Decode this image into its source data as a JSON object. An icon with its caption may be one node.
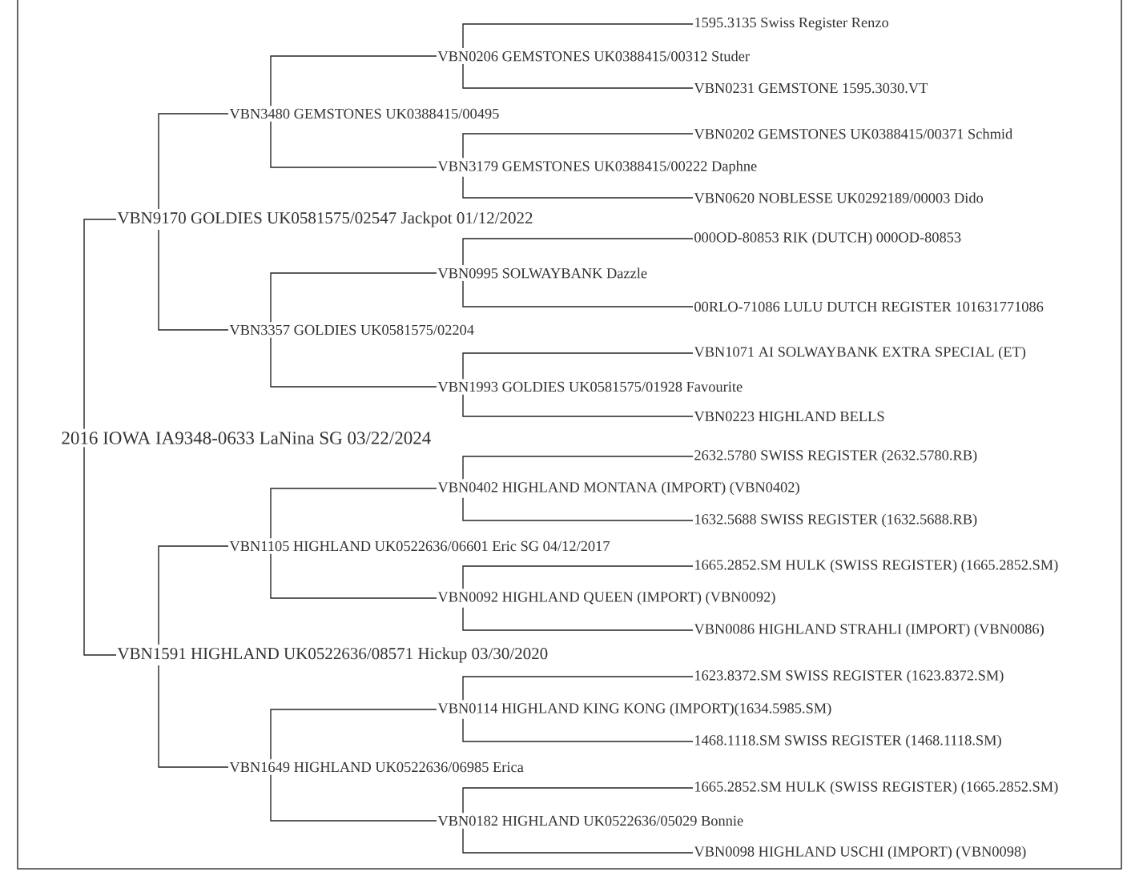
{
  "diagram": {
    "nodes": [
      {
        "text": [
          "2016 IOWA IA9348-0633 LaNina SG 03/22/2024"
        ]
      },
      {
        "text": [
          "VBN9170 GOLDIES UK0581575/02547 Jackpot 01/12/2022"
        ]
      },
      {
        "text": [
          "VBN3480 GEMSTONES UK0388415/00495"
        ]
      },
      {
        "text": [
          "VBN0206 GEMSTONES UK0388415/00312 Studer"
        ]
      },
      {
        "text": [
          "1595.3135 Swiss Register Renzo"
        ]
      },
      {
        "text": [
          "VBN0231 GEMSTONE 1595.3030.VT"
        ]
      },
      {
        "text": [
          "VBN3179 GEMSTONES UK0388415/00222 Daphne"
        ]
      },
      {
        "text": [
          "VBN0202 GEMSTONES UK0388415/00371 Schmid"
        ]
      },
      {
        "text": [
          "VBN0620 NOBLESSE UK0292189/00003 Dido"
        ]
      },
      {
        "text": [
          "VBN3357 GOLDIES UK0581575/02204"
        ]
      },
      {
        "text": [
          "VBN0995 SOLWAYBANK Dazzle"
        ]
      },
      {
        "text": [
          "000OD-80853 RIK (DUTCH) 000OD-80853"
        ]
      },
      {
        "text": [
          "00RLO-71086 LULU DUTCH REGISTER 101631771086"
        ]
      },
      {
        "text": [
          "VBN1993 GOLDIES UK0581575/01928 Favourite"
        ]
      },
      {
        "text": [
          "VBN1071 AI SOLWAYBANK EXTRA SPECIAL (ET)"
        ]
      },
      {
        "text": [
          "VBN0223 HIGHLAND BELLS"
        ]
      },
      {
        "text": [
          "VBN1591 HIGHLAND UK0522636/08571 Hickup 03/30/2020"
        ]
      },
      {
        "text": [
          "VBN1105 HIGHLAND UK0522636/06601 Eric SG 04/12/2017"
        ]
      },
      {
        "text": [
          "VBN0402 HIGHLAND MONTANA (IMPORT) (VBN0402)"
        ]
      },
      {
        "text": [
          "2632.5780 SWISS REGISTER (2632.5780.RB)"
        ]
      },
      {
        "text": [
          "1632.5688 SWISS REGISTER (1632.5688.RB)"
        ]
      },
      {
        "text": [
          "VBN0092 HIGHLAND QUEEN (IMPORT) (VBN0092)"
        ]
      },
      {
        "text": [
          "1665.2852.SM HULK (SWISS REGISTER) (1665.2852.SM)"
        ]
      },
      {
        "text": [
          "VBN0086 HIGHLAND STRAHLI (IMPORT) (VBN0086)"
        ]
      },
      {
        "text": [
          "VBN1649 HIGHLAND UK0522636/06985 Erica"
        ]
      },
      {
        "text": [
          "VBN0114 HIGHLAND KING KONG (IMPORT)(1634.5985.SM)"
        ]
      },
      {
        "text": [
          "1623.8372.SM SWISS REGISTER (1623.8372.SM)"
        ]
      },
      {
        "text": [
          "1468.1118.SM SWISS REGISTER (1468.1118.SM)"
        ]
      },
      {
        "text": [
          "1665.2852.SM HULK (SWISS REGISTER) (1665.2852.SM)"
        ]
      },
      {
        "text": [
          "VBN0182 HIGHLAND UK0522636/05029 Bonnie"
        ]
      },
      {
        "text": [
          "VBN0098 HIGHLAND USCHI (IMPORT) (VBN0098)"
        ]
      }
    ],
    "edges": [
      {
        "from": 0,
        "to": 1,
        "arrow": "none"
      },
      {
        "from": 0,
        "to": 16,
        "arrow": "none"
      },
      {
        "from": 1,
        "to": 2,
        "arrow": "none"
      },
      {
        "from": 1,
        "to": 9,
        "arrow": "none"
      },
      {
        "from": 2,
        "to": 3,
        "arrow": "none"
      },
      {
        "from": 2,
        "to": 6,
        "arrow": "none"
      },
      {
        "from": 3,
        "to": 4,
        "arrow": "none"
      },
      {
        "from": 3,
        "to": 5,
        "arrow": "none"
      },
      {
        "from": 6,
        "to": 7,
        "arrow": "none"
      },
      {
        "from": 6,
        "to": 8,
        "arrow": "none"
      },
      {
        "from": 9,
        "to": 10,
        "arrow": "none"
      },
      {
        "from": 9,
        "to": 13,
        "arrow": "none"
      },
      {
        "from": 10,
        "to": 11,
        "arrow": "none"
      },
      {
        "from": 10,
        "to": 12,
        "arrow": "none"
      },
      {
        "from": 13,
        "to": 14,
        "arrow": "none"
      },
      {
        "from": 13,
        "to": 15,
        "arrow": "none"
      },
      {
        "from": 16,
        "to": 17,
        "arrow": "none"
      },
      {
        "from": 16,
        "to": 24,
        "arrow": "none"
      },
      {
        "from": 17,
        "to": 18,
        "arrow": "none"
      },
      {
        "from": 17,
        "to": 21,
        "arrow": "none"
      },
      {
        "from": 18,
        "to": 19,
        "arrow": "none"
      },
      {
        "from": 18,
        "to": 20,
        "arrow": "none"
      },
      {
        "from": 21,
        "to": 22,
        "arrow": "none"
      },
      {
        "from": 21,
        "to": 23,
        "arrow": "none"
      },
      {
        "from": 24,
        "to": 25,
        "arrow": "none"
      },
      {
        "from": 24,
        "to": 29,
        "arrow": "none"
      },
      {
        "from": 25,
        "to": 26,
        "arrow": "none"
      },
      {
        "from": 25,
        "to": 27,
        "arrow": "none"
      },
      {
        "from": 29,
        "to": 30,
        "arrow": "none"
      },
      {
        "from": 29,
        "to": 28,
        "arrow": "none"
      }
    ]
  }
}
